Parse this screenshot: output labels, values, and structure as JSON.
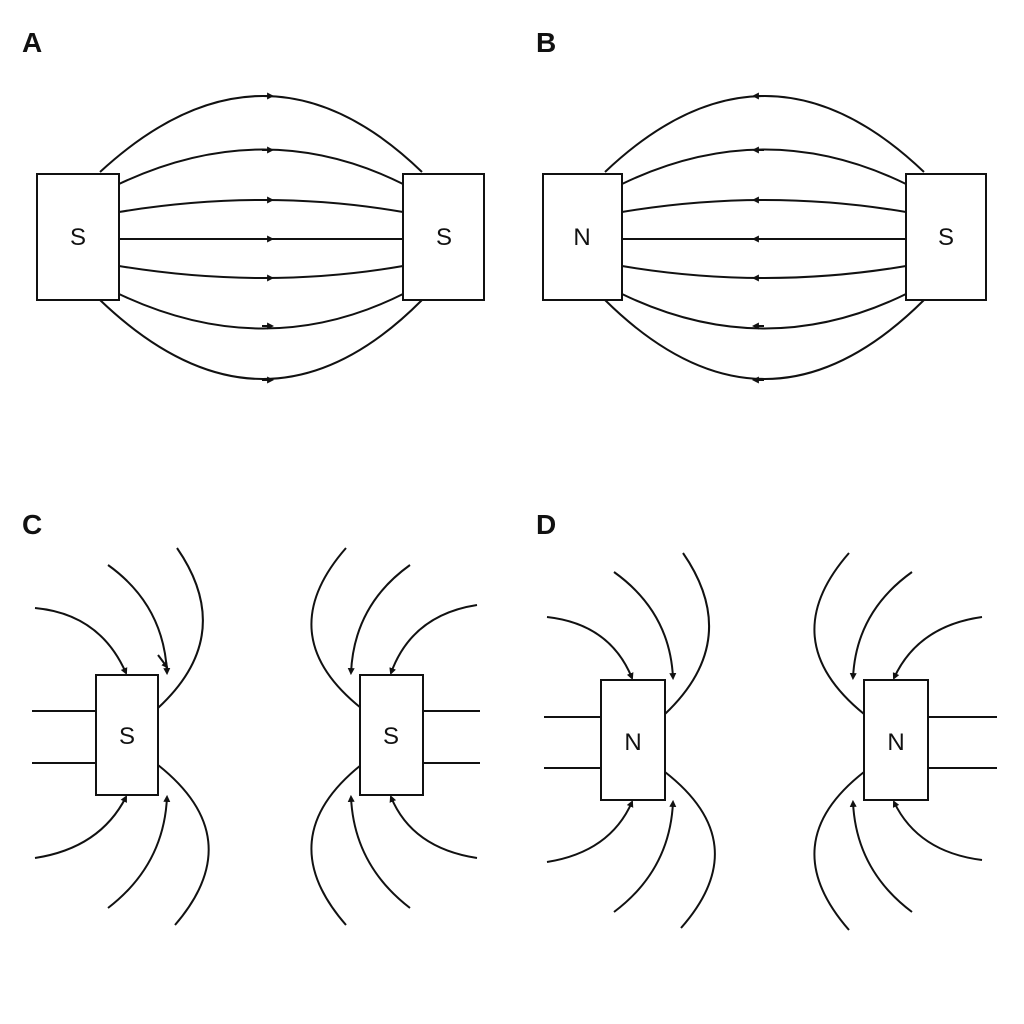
{
  "panels": [
    {
      "label": "A",
      "left_pole": "S",
      "right_pole": "S"
    },
    {
      "label": "B",
      "left_pole": "N",
      "right_pole": "S"
    },
    {
      "label": "C",
      "left_pole": "S",
      "right_pole": "S"
    },
    {
      "label": "D",
      "left_pole": "N",
      "right_pole": "N"
    }
  ],
  "colors": {
    "line": "#111111",
    "background": "#ffffff"
  }
}
